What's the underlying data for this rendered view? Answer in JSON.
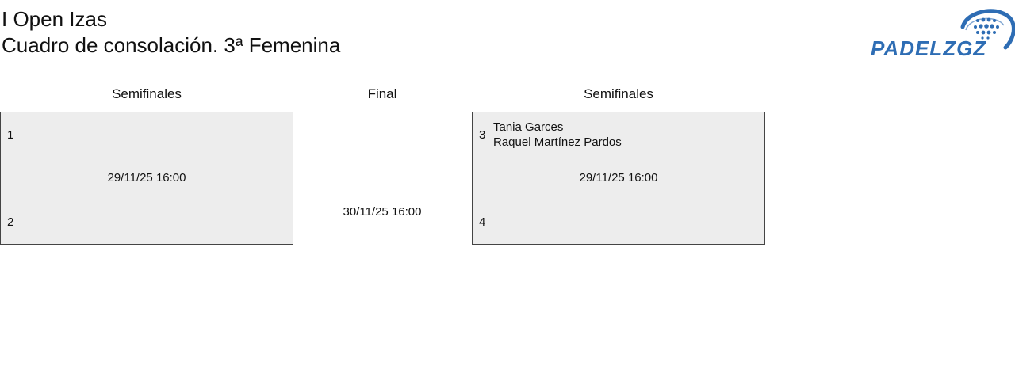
{
  "header": {
    "title": "I Open Izas",
    "subtitle": "Cuadro de consolación. 3ª Femenina"
  },
  "logo": {
    "text": "PADELZGZ",
    "icon": "padel-ball-icon",
    "color": "#2e6db4"
  },
  "columns": [
    {
      "label": "Semifinales"
    },
    {
      "label": "Final"
    },
    {
      "label": "Semifinales"
    }
  ],
  "matches": [
    {
      "seed_top": "1",
      "players_top": [
        "",
        ""
      ],
      "seed_bottom": "2",
      "datetime": "29/11/25 16:00"
    },
    {
      "seed_top": "3",
      "players_top": [
        "Tania Garces",
        "Raquel Martínez Pardos"
      ],
      "seed_bottom": "4",
      "datetime": "29/11/25 16:00"
    }
  ],
  "final": {
    "datetime": "30/11/25 16:00"
  },
  "colors": {
    "box_background": "#ededed",
    "box_border": "#444444",
    "text": "#111111"
  }
}
